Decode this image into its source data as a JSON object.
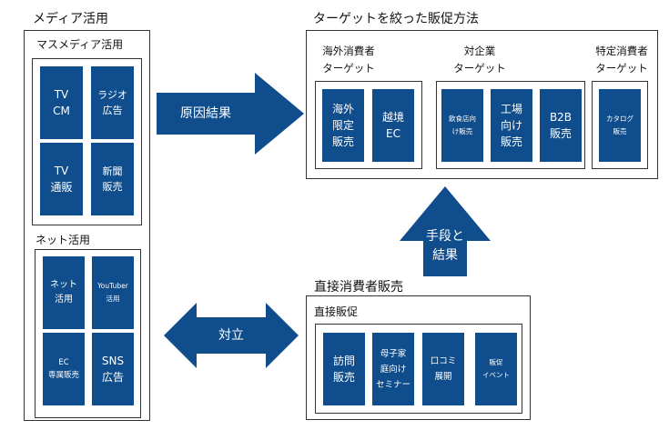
{
  "media": {
    "title": "メディア活用",
    "mass": {
      "title": "マスメディア活用",
      "tiles": [
        "TV\nCM",
        "ラジオ\n広告",
        "TV\n通販",
        "新聞\n販売"
      ]
    },
    "net": {
      "title": "ネット活用",
      "tiles": [
        "ネット\n活用",
        "YouTuber\n活用",
        "EC\n専属販売",
        "SNS\n広告"
      ]
    }
  },
  "target": {
    "title": "ターゲットを絞った販促方法",
    "groups": [
      {
        "title": "海外消費者\nターゲット",
        "tiles": [
          "海外\n限定\n販売",
          "越境\nEC"
        ]
      },
      {
        "title": "対企業\nターゲット",
        "tiles": [
          "飲食店向\nけ販売",
          "工場\n向け\n販売",
          "B2B\n販売"
        ]
      },
      {
        "title": "特定消費者\nターゲット",
        "tiles": [
          "カタログ\n販売"
        ]
      }
    ]
  },
  "direct": {
    "title": "直接消費者販売",
    "sub_title": "直接販促",
    "tiles": [
      "訪問\n販売",
      "母子家\n庭向け\nセミナー",
      "口コミ\n展開",
      "販促\nイベント"
    ]
  },
  "arrows": {
    "cause_effect": "原因結果",
    "means_result": "手段と\n結果",
    "opposition": "対立"
  },
  "colors": {
    "tile": "#0f4d8c",
    "frame": "#333333"
  }
}
